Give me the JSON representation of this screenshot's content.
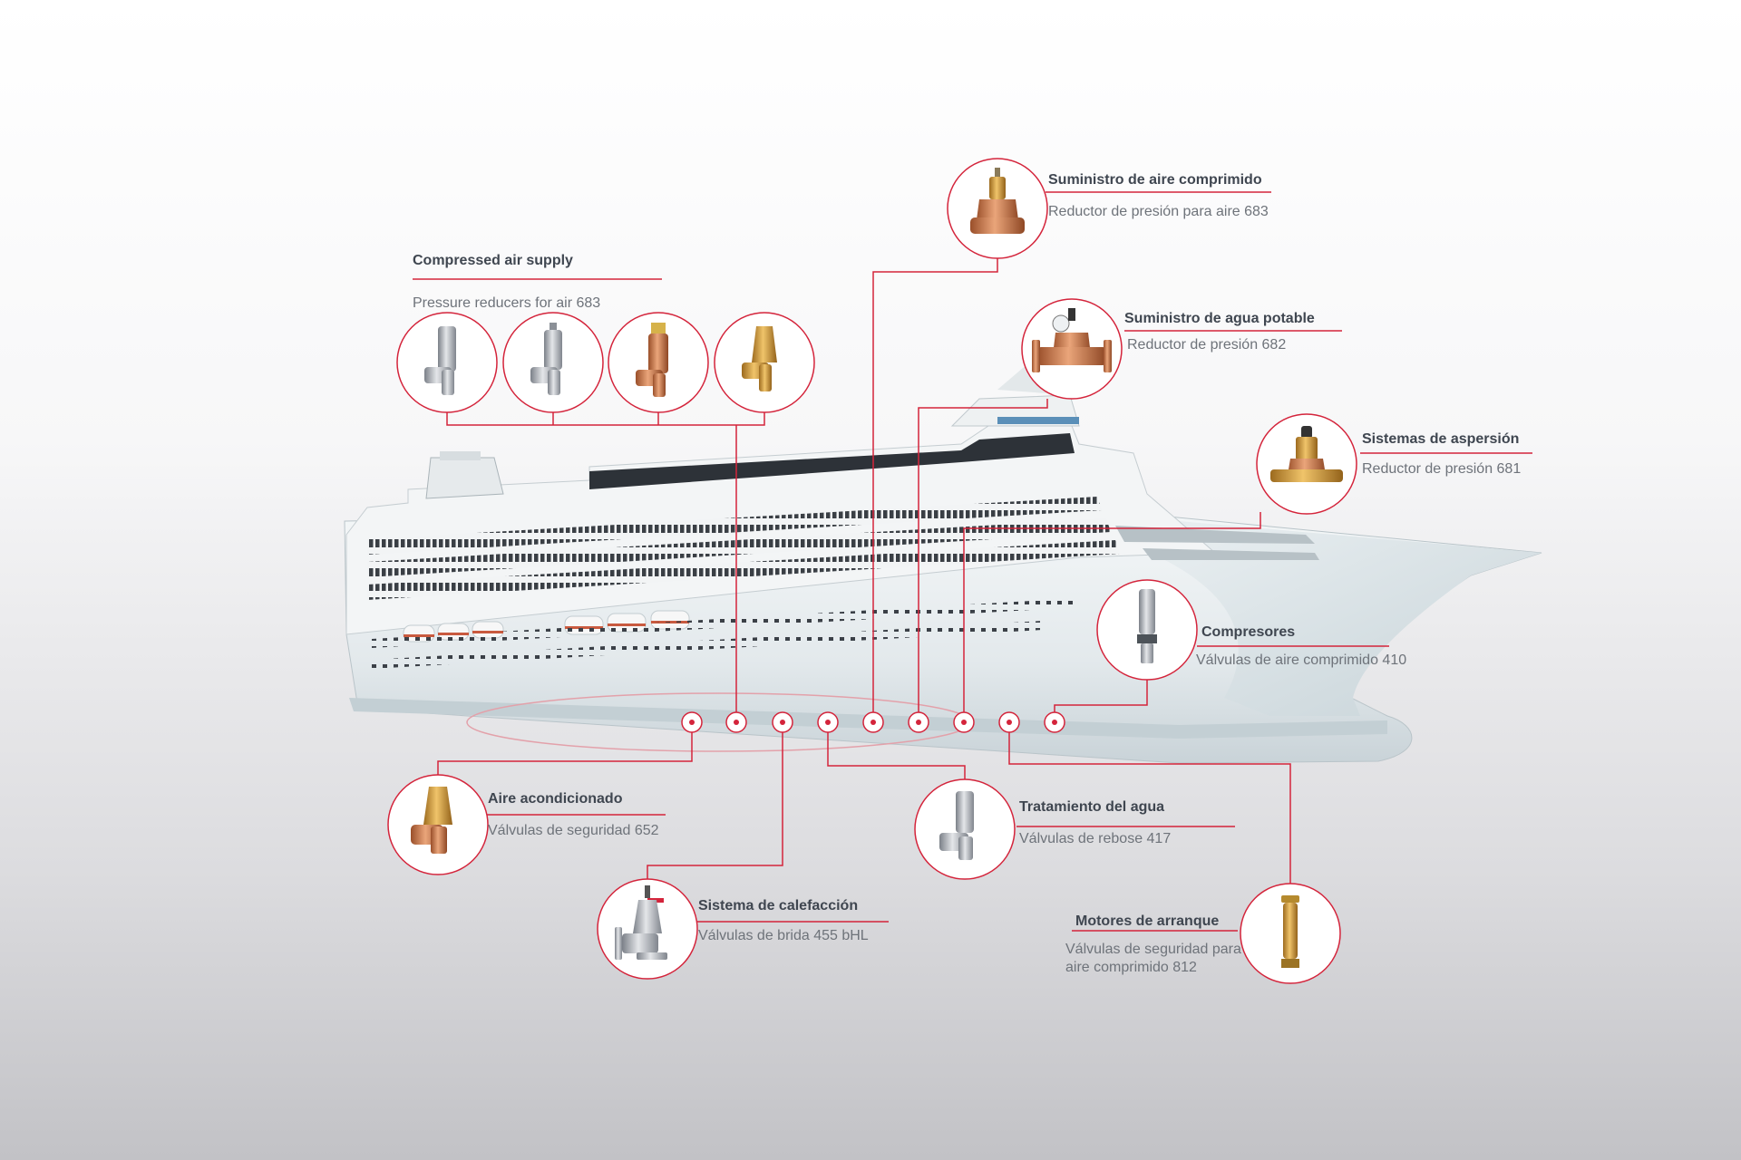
{
  "colors": {
    "accent": "#d4243b",
    "title_text": "#3f4650",
    "sub_text": "#6e737a"
  },
  "labels": {
    "compressed_air": {
      "title": "Compressed air supply",
      "sub": "Pressure reducers for air 683"
    },
    "aire_comprimido": {
      "title": "Suministro de aire comprimido",
      "sub": "Reductor de presión para aire 683"
    },
    "agua_potable": {
      "title": "Suministro de agua potable",
      "sub": "Reductor de presión 682"
    },
    "aspersion": {
      "title": "Sistemas de aspersión",
      "sub": "Reductor de presión 681"
    },
    "compresores": {
      "title": "Compresores",
      "sub": "Válvulas de aire comprimido 410"
    },
    "aire_acondicionado": {
      "title": "Aire acondicionado",
      "sub": "Válvulas de seguridad 652"
    },
    "tratamiento": {
      "title": "Tratamiento del agua",
      "sub": "Válvulas de rebose 417"
    },
    "calefaccion": {
      "title": "Sistema de calefacción",
      "sub": "Válvulas de brida 455 bHL"
    },
    "motores": {
      "title": "Motores de arranque",
      "sub": "Válvulas de seguridad para",
      "sub2": "aire comprimido 812"
    }
  },
  "icons": [
    "ship-illustration",
    "valve-icon",
    "pressure-reducer-icon",
    "flanged-valve-icon"
  ]
}
